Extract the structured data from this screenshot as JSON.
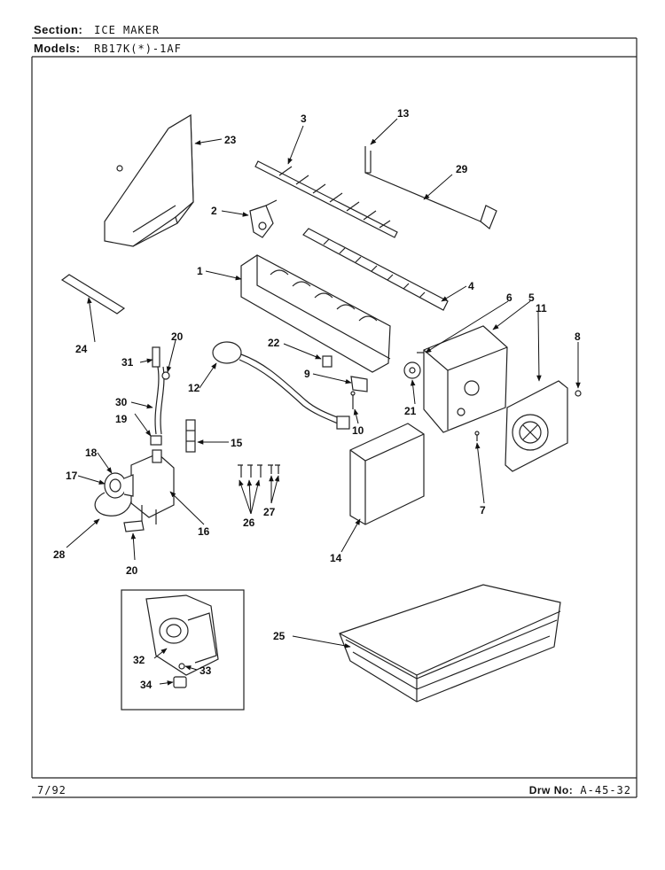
{
  "header": {
    "section_label": "Section:",
    "section_value": "ICE MAKER",
    "models_label": "Models:",
    "models_value": "RB17K(*)-1AF"
  },
  "footer": {
    "date": "7/92",
    "drawing_label": "Drw No:",
    "drawing_number": "A-45-32"
  },
  "callouts": {
    "c1": "1",
    "c2": "2",
    "c3": "3",
    "c4": "4",
    "c5": "5",
    "c6": "6",
    "c7": "7",
    "c8": "8",
    "c9": "9",
    "c10": "10",
    "c11": "11",
    "c12": "12",
    "c13": "13",
    "c14": "14",
    "c15": "15",
    "c16": "16",
    "c17": "17",
    "c18": "18",
    "c19": "19",
    "c20a": "20",
    "c20b": "20",
    "c21": "21",
    "c22": "22",
    "c23": "23",
    "c24": "24",
    "c25": "25",
    "c26": "26",
    "c27": "27",
    "c28": "28",
    "c29": "29",
    "c30": "30",
    "c31": "31",
    "c32": "32",
    "c33": "33",
    "c34": "34"
  }
}
